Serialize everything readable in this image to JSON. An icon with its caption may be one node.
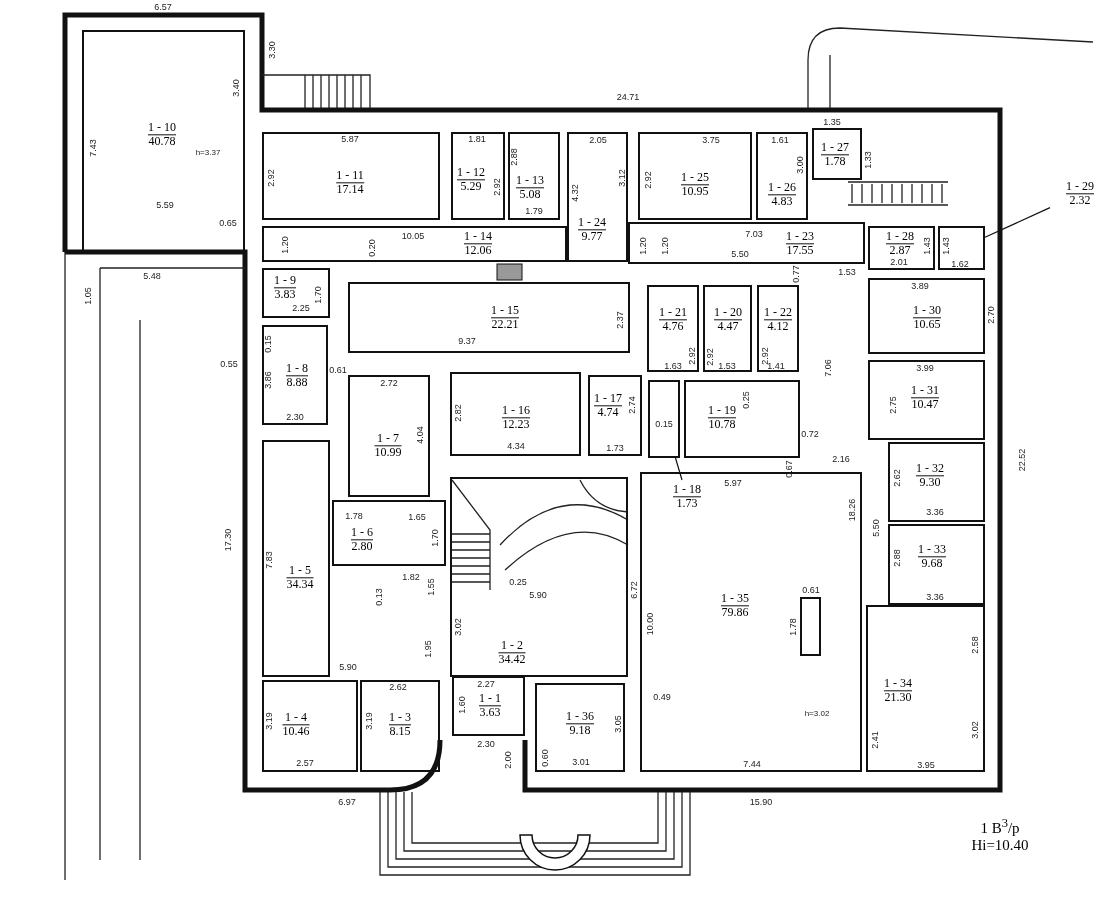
{
  "diagram": {
    "nodes": [
      {
        "text": [
          "1 - 10",
          "40.78"
        ]
      },
      {
        "text": [
          "1 - 11",
          "17.14"
        ]
      },
      {
        "text": [
          "1 - 12",
          "5.29"
        ]
      },
      {
        "text": [
          "1 - 13",
          "5.08"
        ]
      },
      {
        "text": [
          "1 - 24",
          "9.77"
        ]
      },
      {
        "text": [
          "1 - 25",
          "10.95"
        ]
      },
      {
        "text": [
          "1 - 26",
          "4.83"
        ]
      },
      {
        "text": [
          "1 - 27",
          "1.78"
        ]
      },
      {
        "text": [
          "1 - 14",
          "12.06"
        ]
      },
      {
        "text": [
          "1 - 23",
          "17.55"
        ]
      },
      {
        "text": [
          "1 - 29",
          "2.32"
        ]
      },
      {
        "text": [
          "1 - 28",
          "2.87"
        ]
      },
      {
        "text": [],
        "shape": "box"
      },
      {
        "text": [
          "1 - 9",
          "3.83"
        ]
      },
      {
        "text": [
          "1 - 15",
          "22.21"
        ]
      },
      {
        "text": [
          "1 - 21",
          "4.76"
        ]
      },
      {
        "text": [
          "1 - 20",
          "4.47"
        ]
      },
      {
        "text": [
          "1 - 22",
          "4.12"
        ]
      },
      {
        "text": [
          "1 - 30",
          "10.65"
        ]
      },
      {
        "text": [
          "1 - 8",
          "8.88"
        ]
      },
      {
        "text": [
          "1 - 7",
          "10.99"
        ]
      },
      {
        "text": [
          "1 - 16",
          "12.23"
        ]
      },
      {
        "text": [
          "1 - 17",
          "4.74"
        ]
      },
      {
        "text": [],
        "shape": "box"
      },
      {
        "text": [
          "1 - 19",
          "10.78"
        ]
      },
      {
        "text": [
          "1 - 31",
          "10.47"
        ]
      },
      {
        "text": [
          "1 - 32",
          "9.30"
        ]
      },
      {
        "text": [
          "1 - 6",
          "2.80"
        ]
      },
      {
        "text": [
          "1 - 5",
          "34.34"
        ]
      },
      {
        "text": [
          "1 - 33",
          "9.68"
        ]
      },
      {
        "text": [
          "1 - 2",
          "34.42"
        ]
      },
      {
        "text": [
          "1 - 35",
          "79.86"
        ]
      },
      {
        "text": [
          "1 - 18",
          "1.73"
        ],
        "in": 31
      },
      {
        "text": [
          "1 - 34",
          "21.30"
        ]
      },
      {
        "text": [
          "1 - 4",
          "10.46"
        ]
      },
      {
        "text": [
          "1 - 3",
          "8.15"
        ]
      },
      {
        "text": [
          "1 - 1",
          "3.63"
        ]
      },
      {
        "text": [
          "1 - 36",
          "9.18"
        ]
      }
    ],
    "edges": [
      {
        "from": 10,
        "to": 12,
        "arrow": "none"
      },
      {
        "from": 32,
        "to": 23,
        "arrow": "none"
      }
    ],
    "labels": [
      "6.57",
      "3.30",
      "3.40",
      "7.43",
      "h=3.37",
      "5.59",
      "0.65",
      "24.71",
      "5.87",
      "2.92",
      "1.81",
      "2.88",
      "2.92",
      "1.79",
      "1.20",
      "0.20",
      "10.05",
      "2.05",
      "3.12",
      "4.32",
      "3.75",
      "2.92",
      "1.61",
      "3.00",
      "1.35",
      "1.33",
      "7.03",
      "1.20",
      "1.20",
      "5.50",
      "1.53",
      "1.43",
      "1.43",
      "2.01",
      "1.62",
      "1.05",
      "5.48",
      "1.70",
      "2.25",
      "3.89",
      "2.37",
      "2.70",
      "9.37",
      "0.77",
      "2.92",
      "2.92",
      "2.92",
      "1.63",
      "1.53",
      "1.41",
      "7.06",
      "0.15",
      "0.55",
      "3.86",
      "0.61",
      "2.72",
      "2.82",
      "4.34",
      "4.04",
      "2.30",
      "3.99",
      "2.74",
      "0.25",
      "2.75",
      "0.15",
      "0.72",
      "1.73",
      "0.67",
      "2.16",
      "22.52",
      "2.62",
      "5.97",
      "18.26",
      "3.36",
      "5.50",
      "2.88",
      "3.36",
      "17.30",
      "1.78",
      "1.65",
      "1.70",
      "7.83",
      "1.82",
      "0.13",
      "1.55",
      "0.25",
      "5.90",
      "6.72",
      "0.61",
      "3.02",
      "10.00",
      "1.78",
      "1.95",
      "2.58",
      "0.49",
      "h=3.02",
      "5.90",
      "2.62",
      "2.27",
      "1.60",
      "3.19",
      "3.19",
      "3.05",
      "2.41",
      "3.02",
      "2.30",
      "2.57",
      "2.00",
      "0.60",
      "3.01",
      "7.44",
      "3.95",
      "6.97",
      "15.90",
      "1 B$^{3}$/p",
      "Hi=10.40"
    ]
  }
}
